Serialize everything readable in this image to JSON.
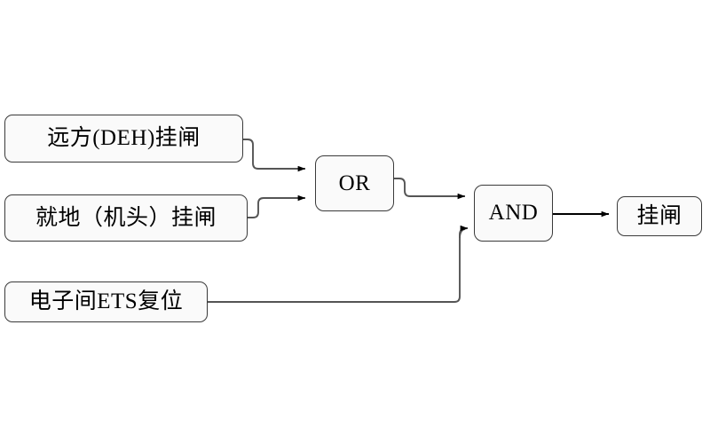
{
  "diagram": {
    "type": "logic-diagram",
    "title": "",
    "colors": {
      "background": "#ffffff",
      "node_fill": "#fafafa",
      "node_border": "#3a3a3a",
      "wire": "#555555",
      "arrow": "#000000",
      "text": "#000000"
    },
    "inputs": [
      {
        "id": "remote-deh",
        "label": "远方(DEH)挂闸"
      },
      {
        "id": "local-head",
        "label": "就地（机头）挂闸"
      },
      {
        "id": "ets-reset",
        "label": "电子间ETS复位"
      }
    ],
    "gates": [
      {
        "id": "or-gate",
        "label": "OR"
      },
      {
        "id": "and-gate",
        "label": "AND"
      }
    ],
    "outputs": [
      {
        "id": "output-latch",
        "label": "挂闸"
      }
    ],
    "connections": [
      {
        "from": "remote-deh",
        "to": "or-gate",
        "arrow": true
      },
      {
        "from": "local-head",
        "to": "or-gate",
        "arrow": true
      },
      {
        "from": "or-gate",
        "to": "and-gate",
        "arrow": true
      },
      {
        "from": "ets-reset",
        "to": "and-gate",
        "arrow": true
      },
      {
        "from": "and-gate",
        "to": "output-latch",
        "arrow": true
      }
    ]
  }
}
